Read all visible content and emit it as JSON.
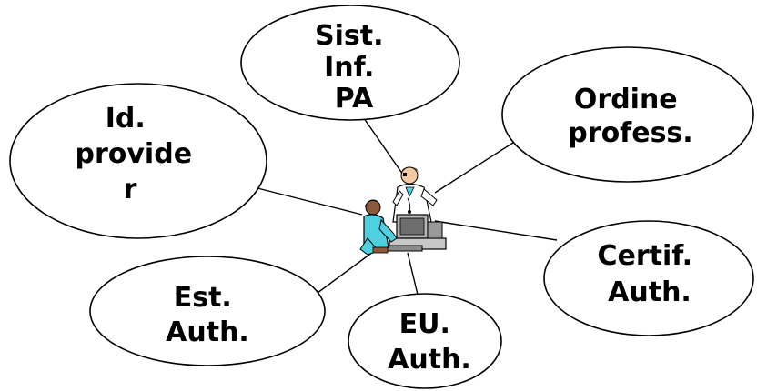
{
  "diagram": {
    "nodes": {
      "sist_inf_pa": {
        "lines": [
          "Sist.",
          "Inf.",
          "PA"
        ]
      },
      "ordine_profess": {
        "lines": [
          "Ordine",
          "profess."
        ]
      },
      "id_provider": {
        "lines": [
          "Id.",
          "provide",
          "r"
        ]
      },
      "certif_auth": {
        "lines": [
          "Certif.",
          "Auth."
        ]
      },
      "est_auth": {
        "lines": [
          "Est.",
          "Auth."
        ]
      },
      "eu_auth": {
        "lines": [
          "EU.",
          "Auth."
        ]
      }
    },
    "center": {
      "icon": "doctor-and-nurse-at-computer-icon"
    },
    "colors": {
      "stroke": "#000000",
      "background": "#ffffff",
      "scrubs": "#4fd0e0",
      "computer": "#b8b8b8"
    }
  }
}
